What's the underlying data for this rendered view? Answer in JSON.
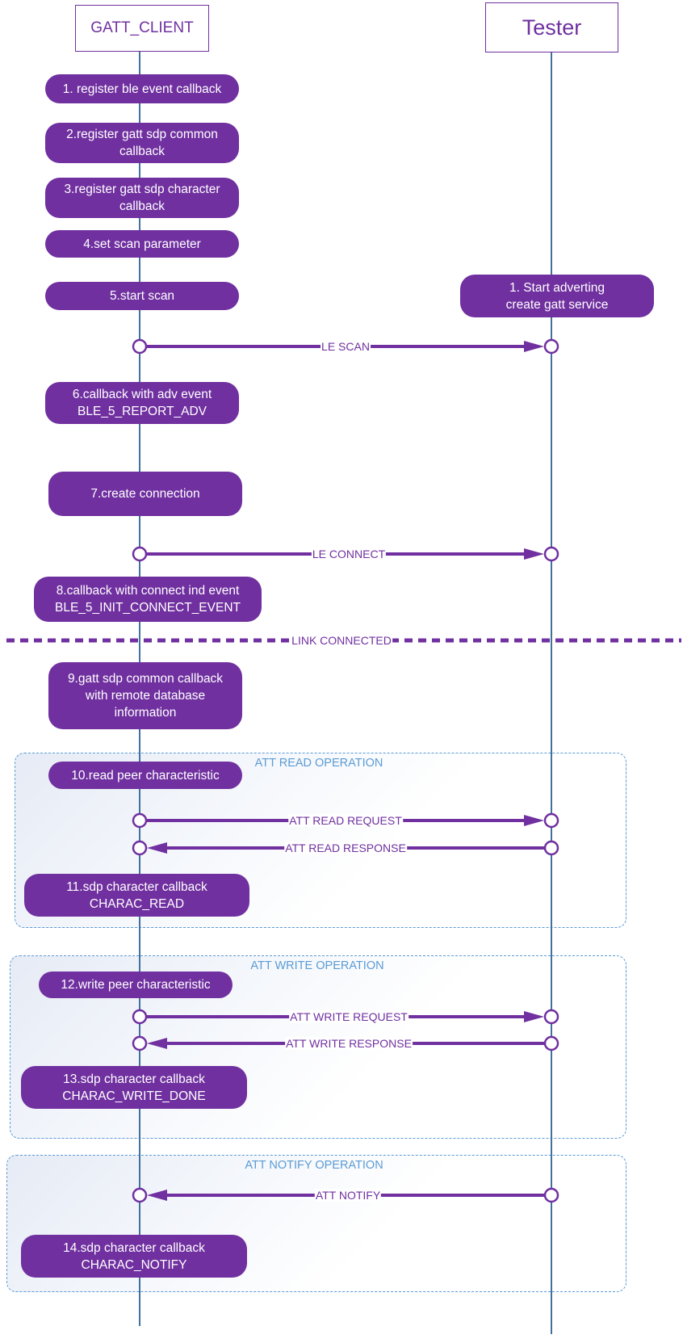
{
  "actors": {
    "client": "GATT_CLIENT",
    "tester": "Tester"
  },
  "client_steps": [
    [
      "1. register ble event callback"
    ],
    [
      "2.register gatt sdp common",
      "callback"
    ],
    [
      "3.register gatt sdp character",
      "callback"
    ],
    [
      "4.set scan parameter"
    ],
    [
      "5.start scan"
    ],
    [
      "6.callback with adv event",
      "BLE_5_REPORT_ADV"
    ],
    [
      "7.create connection"
    ],
    [
      "8.callback with connect ind event",
      "BLE_5_INIT_CONNECT_EVENT"
    ],
    [
      "9.gatt sdp common callback",
      "with remote database",
      "information"
    ],
    [
      "10.read peer characteristic"
    ],
    [
      "11.sdp character callback",
      "CHARAC_READ"
    ],
    [
      "12.write peer characteristic"
    ],
    [
      "13.sdp character callback",
      "CHARAC_WRITE_DONE"
    ],
    [
      "14.sdp character callback",
      "CHARAC_NOTIFY"
    ]
  ],
  "tester_steps": [
    [
      "1. Start adverting",
      "create gatt service"
    ]
  ],
  "messages": [
    {
      "label": "LE SCAN",
      "direction": "to_tester"
    },
    {
      "label": "LE CONNECT",
      "direction": "to_tester"
    },
    {
      "label": "ATT READ REQUEST",
      "direction": "to_tester"
    },
    {
      "label": "ATT READ RESPONSE",
      "direction": "to_client"
    },
    {
      "label": "ATT WRITE REQUEST",
      "direction": "to_tester"
    },
    {
      "label": "ATT WRITE RESPONSE",
      "direction": "to_client"
    },
    {
      "label": "ATT NOTIFY",
      "direction": "to_client"
    }
  ],
  "separator": "LINK CONNECTED",
  "groups": [
    "ATT READ OPERATION",
    "ATT WRITE OPERATION",
    "ATT NOTIFY OPERATION"
  ],
  "colors": {
    "purple": "#7030A0",
    "lifeline": "#41719C",
    "group_border": "#5B9BD5",
    "group_title": "#5B9BD5"
  }
}
